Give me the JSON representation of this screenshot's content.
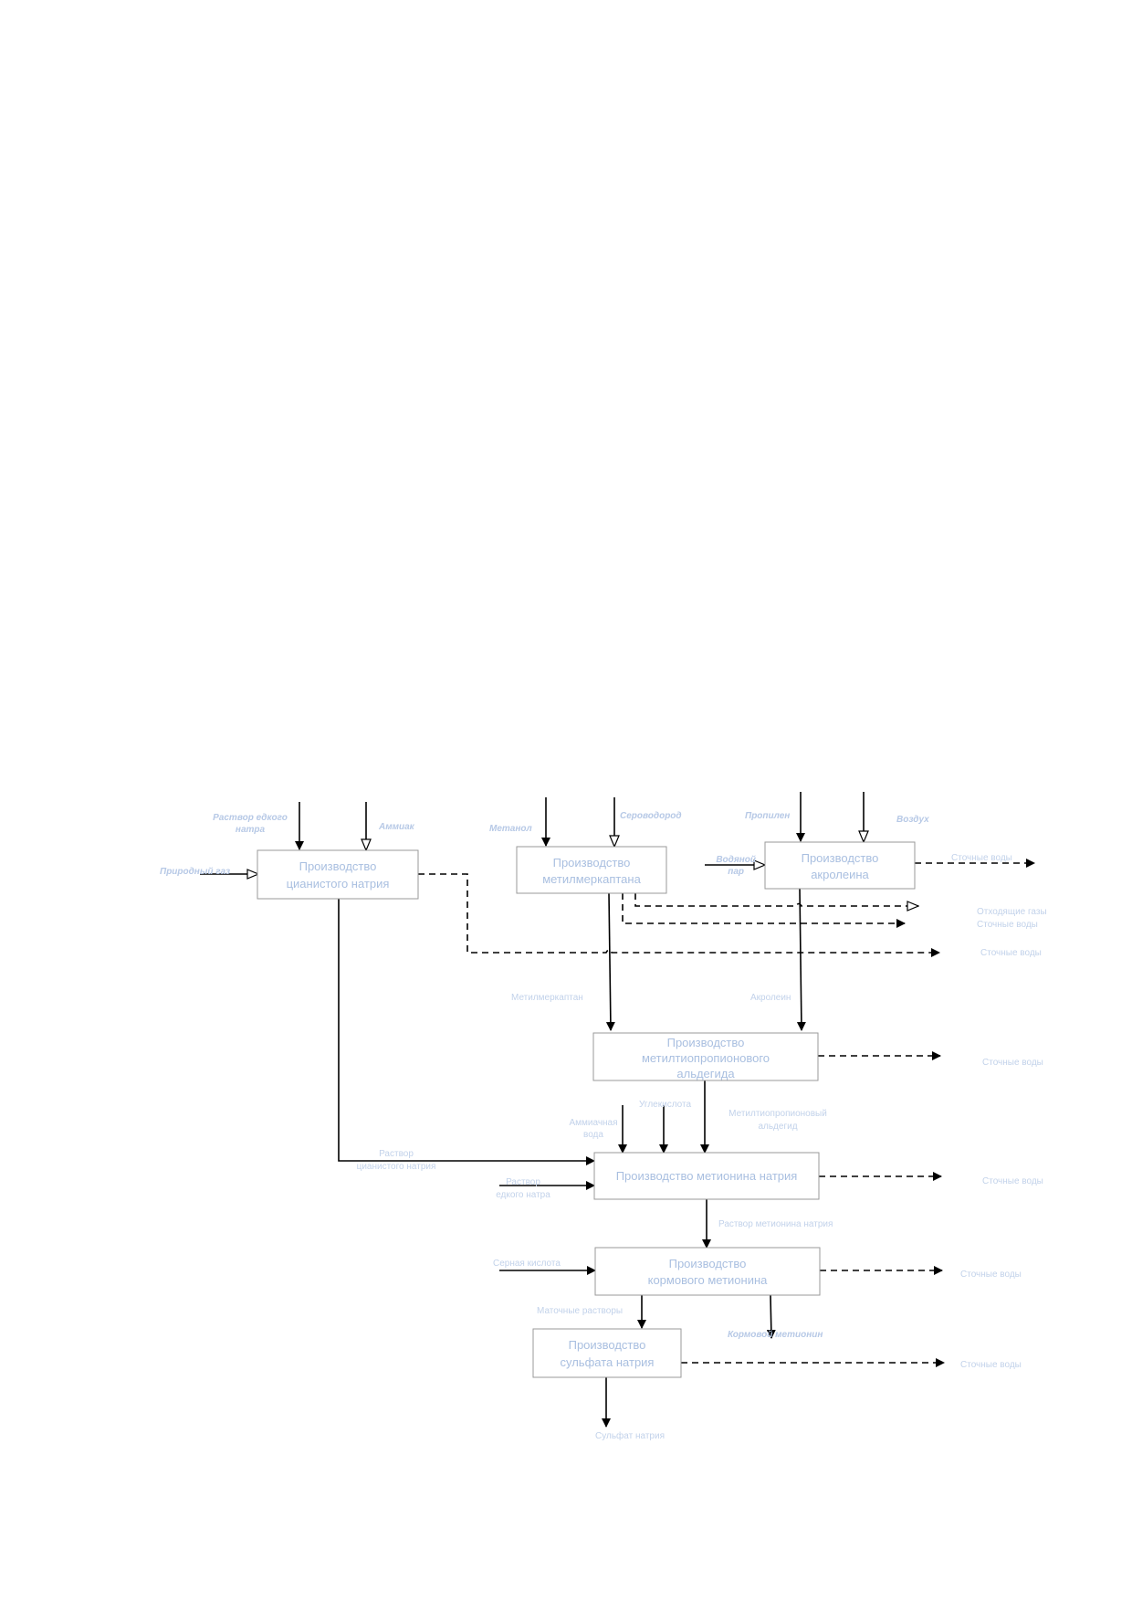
{
  "processes": {
    "cyanide": [
      "Производство",
      "цианистого натрия"
    ],
    "mmp": [
      "Производство",
      "метилмеркаптана"
    ],
    "acrolein": [
      "Производство",
      "акролеина"
    ],
    "mtpa": [
      "Производство",
      "метилтиопропионового",
      "альдегида"
    ],
    "methionine_na": [
      "Производство метионина натрия"
    ],
    "feed": [
      "Производство",
      "кормового метионина"
    ],
    "sulfate": [
      "Производство",
      "сульфата натрия"
    ]
  },
  "inputs": {
    "naoh_solution": [
      "Раствор едкого",
      "натра"
    ],
    "ammonia": "Аммиак",
    "natural_gas": "Природный газ",
    "methanol": "Метанол",
    "h2s": "Сероводород",
    "propylene": "Пропилен",
    "air": "Воздух",
    "steam": [
      "Водяной",
      "пар"
    ]
  },
  "labels": {
    "waste_water_acrolein": "Сточные воды",
    "exhaust_gases": "Отходящие газы",
    "waste_water_mmp": "Сточные воды",
    "waste_water_cyanide": "Сточные воды",
    "methylmercaptan": "Метилмеркаптан",
    "acrolein": "Акролеин",
    "waste_water_mtpa": "Сточные воды",
    "ammonia_water": [
      "Аммиачная",
      "вода"
    ],
    "co2": "Углекислота",
    "mtpa_product": [
      "Метилтиопропионовый",
      "альдегид"
    ],
    "cyanide_solution": [
      "Раствор",
      "цианистого натрия"
    ],
    "naoh_input": [
      "Раствор",
      "едкого натра"
    ],
    "waste_water_methionine": "Сточные воды",
    "methionine_solution": "Раствор метионина натрия",
    "sulfuric_acid": "Серная кислота",
    "waste_water_feed": "Сточные воды",
    "mother_liquor": "Маточные растворы",
    "feed_methionine": "Кормовой метионин",
    "waste_water_sulfate": "Сточные воды",
    "sodium_sulfate": "Сульфат натрия"
  }
}
